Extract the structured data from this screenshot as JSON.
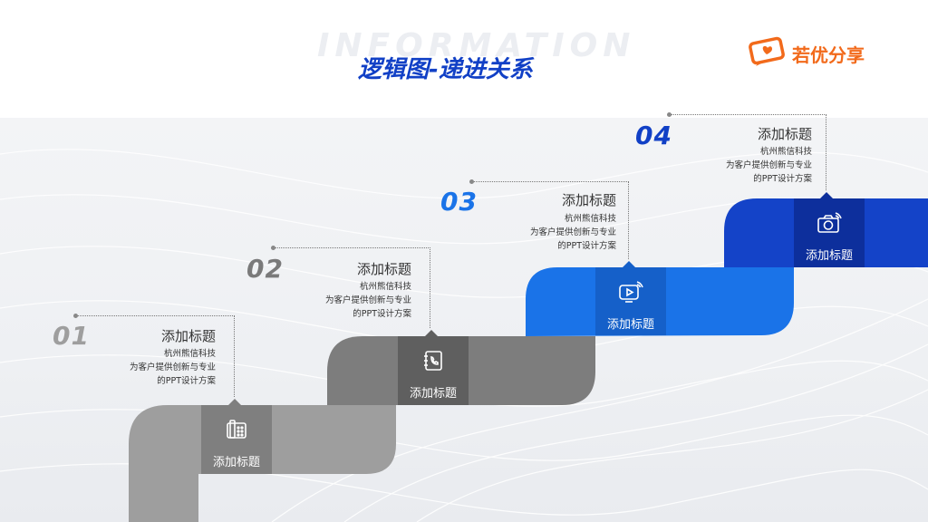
{
  "watermark": "INFORMATION",
  "title": "逻辑图-递进关系",
  "logo": {
    "text": "若优分享",
    "icon": "chat-heart-icon",
    "color": "#f26a1b"
  },
  "steps": [
    {
      "number": "01",
      "heading": "添加标题",
      "desc_lines": [
        "杭州熊信科技",
        "为客户提供创新与专业",
        "的PPT设计方案"
      ],
      "label": "添加标题",
      "icon": "desk-phone-icon",
      "color": "#9e9e9e"
    },
    {
      "number": "02",
      "heading": "添加标题",
      "desc_lines": [
        "杭州熊信科技",
        "为客户提供创新与专业",
        "的PPT设计方案"
      ],
      "label": "添加标题",
      "icon": "contact-book-icon",
      "color": "#7a7a7a"
    },
    {
      "number": "03",
      "heading": "添加标题",
      "desc_lines": [
        "杭州熊信科技",
        "为客户提供创新与专业",
        "的PPT设计方案"
      ],
      "label": "添加标题",
      "icon": "video-play-icon",
      "color": "#1a73e8"
    },
    {
      "number": "04",
      "heading": "添加标题",
      "desc_lines": [
        "杭州熊信科技",
        "为客户提供创新与专业",
        "的PPT设计方案"
      ],
      "label": "添加标题",
      "icon": "camera-icon",
      "color": "#1140c6"
    }
  ]
}
